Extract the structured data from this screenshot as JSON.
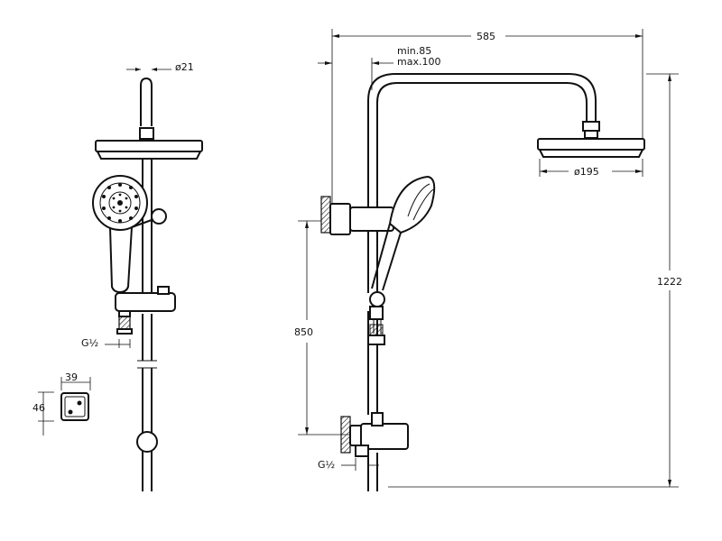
{
  "dimensions": {
    "arm_reach": "585",
    "pipe_diameter": "ø21",
    "wall_offset_min": "min.85",
    "wall_offset_max": "max.100",
    "head_diameter": "ø195",
    "total_height": "1222",
    "outlet_height": "850",
    "bracket_width": "39",
    "bracket_height": "46",
    "thread_side": "G½",
    "thread_front": "G½"
  }
}
